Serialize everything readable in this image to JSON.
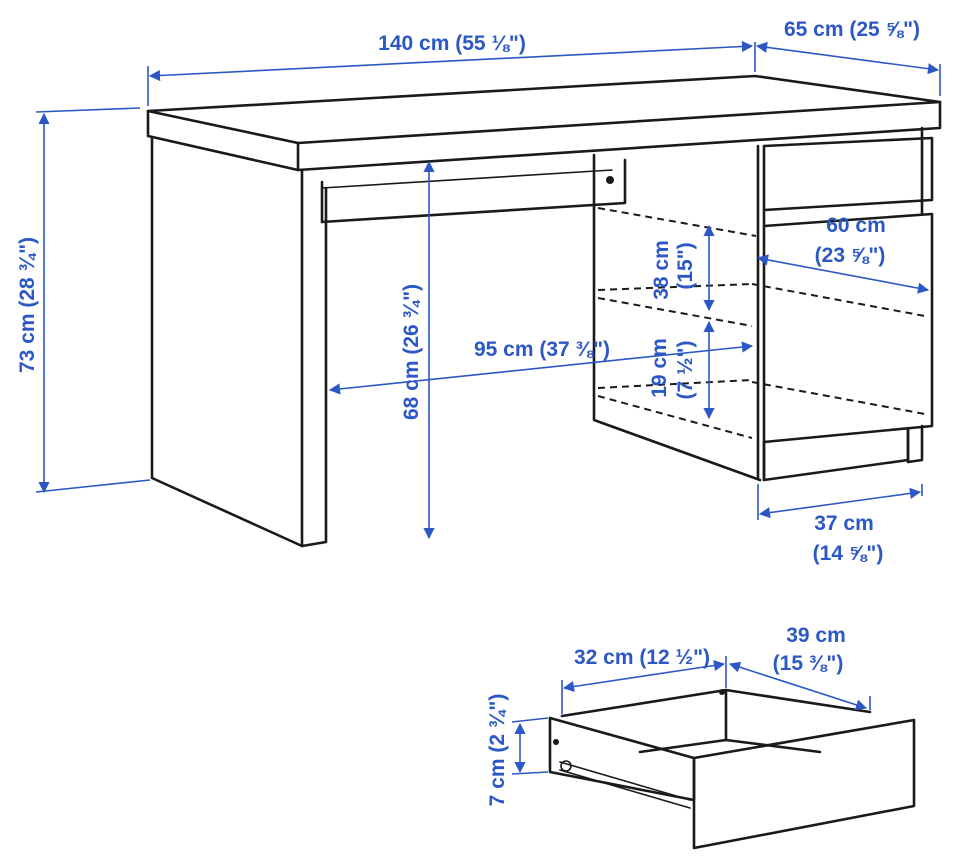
{
  "dimensions": {
    "desk_width": "140 cm (55 ⅛\")",
    "desk_depth": "65 cm (25 ⅝\")",
    "desk_height": "73 cm (28 ¾\")",
    "leg_clearance_height": "68 cm (26 ¾\")",
    "leg_clearance_width": "95 cm (37 ⅜\")",
    "shelf_height_upper_cm": "38 cm",
    "shelf_height_upper_in": "(15\")",
    "shelf_height_lower_cm": "19 cm",
    "shelf_height_lower_in": "(7 ½\")",
    "cabinet_depth_cm": "60 cm",
    "cabinet_depth_in": "(23 ⅝\")",
    "cabinet_width_cm": "37 cm",
    "cabinet_width_in": "(14 ⅝\")",
    "drawer_width": "32 cm (12 ½\")",
    "drawer_depth_cm": "39 cm",
    "drawer_depth_in": "(15 ⅜\")",
    "drawer_height": "7 cm (2 ¾\")"
  },
  "colors": {
    "dimension": "#2b58c4",
    "line": "#1a1a1a"
  }
}
